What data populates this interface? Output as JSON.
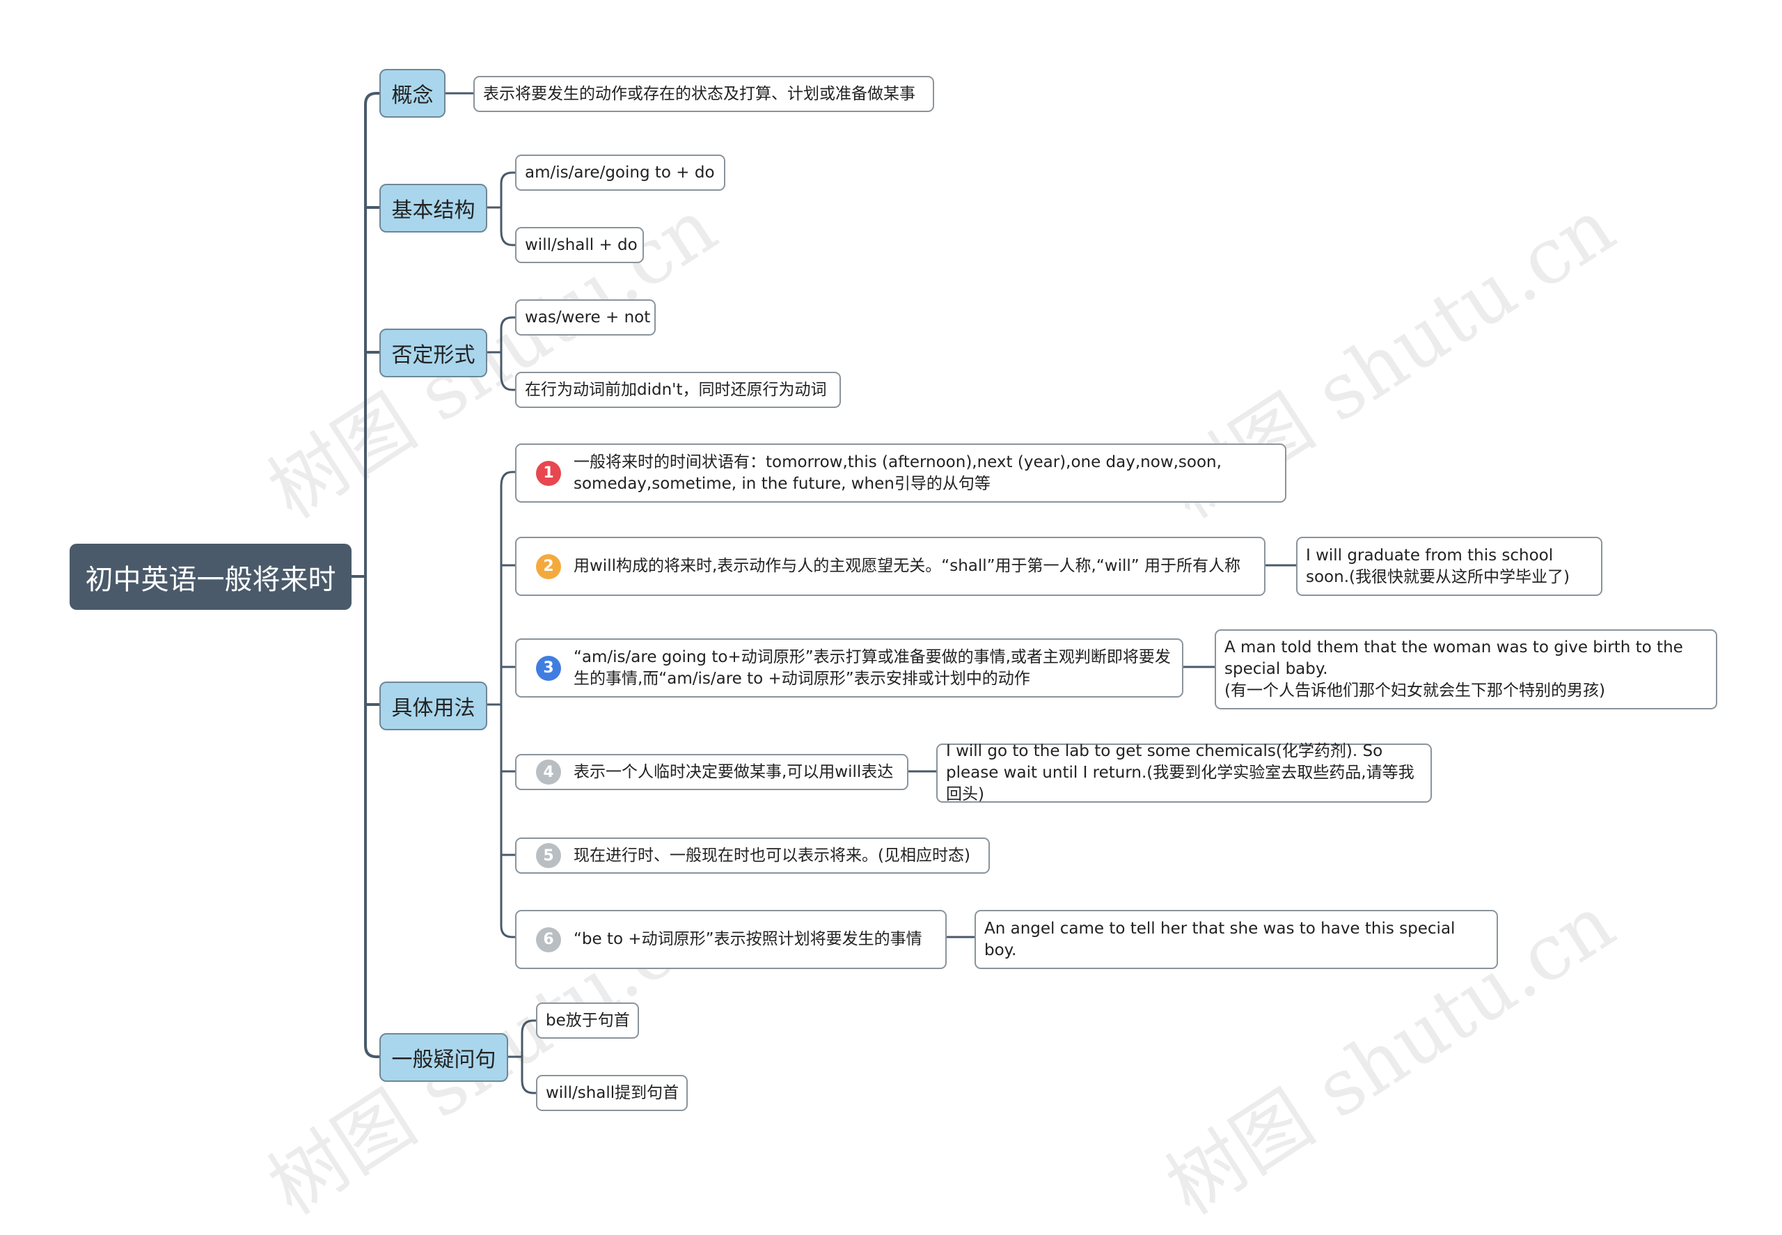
{
  "root": {
    "label": "初中英语一般将来时"
  },
  "branches": {
    "concept": {
      "label": "概念",
      "items": [
        "表示将要发生的动作或存在的状态及打算、计划或准备做某事"
      ]
    },
    "structure": {
      "label": "基本结构",
      "items": [
        "am/is/are/going to + do",
        "will/shall + do"
      ]
    },
    "negative": {
      "label": "否定形式",
      "items": [
        "was/were + not",
        "在行为动词前加didn't，同时还原行为动词"
      ]
    },
    "usage": {
      "label": "具体用法",
      "items": [
        {
          "num": "1",
          "color": "#e8474f",
          "text": "一般将来时的时间状语有：tomorrow,this (afternoon),next (year),one day,now,soon, someday,sometime, in the future, when引导的从句等"
        },
        {
          "num": "2",
          "color": "#f4a93d",
          "text": "用will构成的将来时,表示动作与人的主观愿望无关。“shall”用于第一人称,“will” 用于所有人称",
          "example": "I will graduate from this school soon.(我很快就要从这所中学毕业了)"
        },
        {
          "num": "3",
          "color": "#3f7ee0",
          "text": "“am/is/are going to+动词原形”表示打算或准备要做的事情,或者主观判断即将要发生的事情,而“am/is/are to +动词原形”表示安排或计划中的动作",
          "example": "A man told them that the woman was to give birth to the special baby.\n(有一个人告诉他们那个妇女就会生下那个特别的男孩)"
        },
        {
          "num": "4",
          "color": "#b9bec3",
          "text": "表示一个人临时决定要做某事,可以用will表达",
          "example": "I will go to the lab to get some chemicals(化学药剂). So please wait until I return.(我要到化学实验室去取些药品,请等我回头)"
        },
        {
          "num": "5",
          "color": "#b9bec3",
          "text": "现在进行时、一般现在时也可以表示将来。(见相应时态)"
        },
        {
          "num": "6",
          "color": "#b9bec3",
          "text": "“be to +动词原形”表示按照计划将要发生的事情",
          "example": "An angel came to tell her that she was to have this special boy."
        }
      ]
    },
    "question": {
      "label": "一般疑问句",
      "items": [
        "be放于句首",
        "will/shall提到句首"
      ]
    }
  },
  "watermark": "树图 shutu.cn",
  "colors": {
    "root": "#4a5a6a",
    "branch_fill": "#a9d6ec",
    "line": "#4a5a6a"
  }
}
